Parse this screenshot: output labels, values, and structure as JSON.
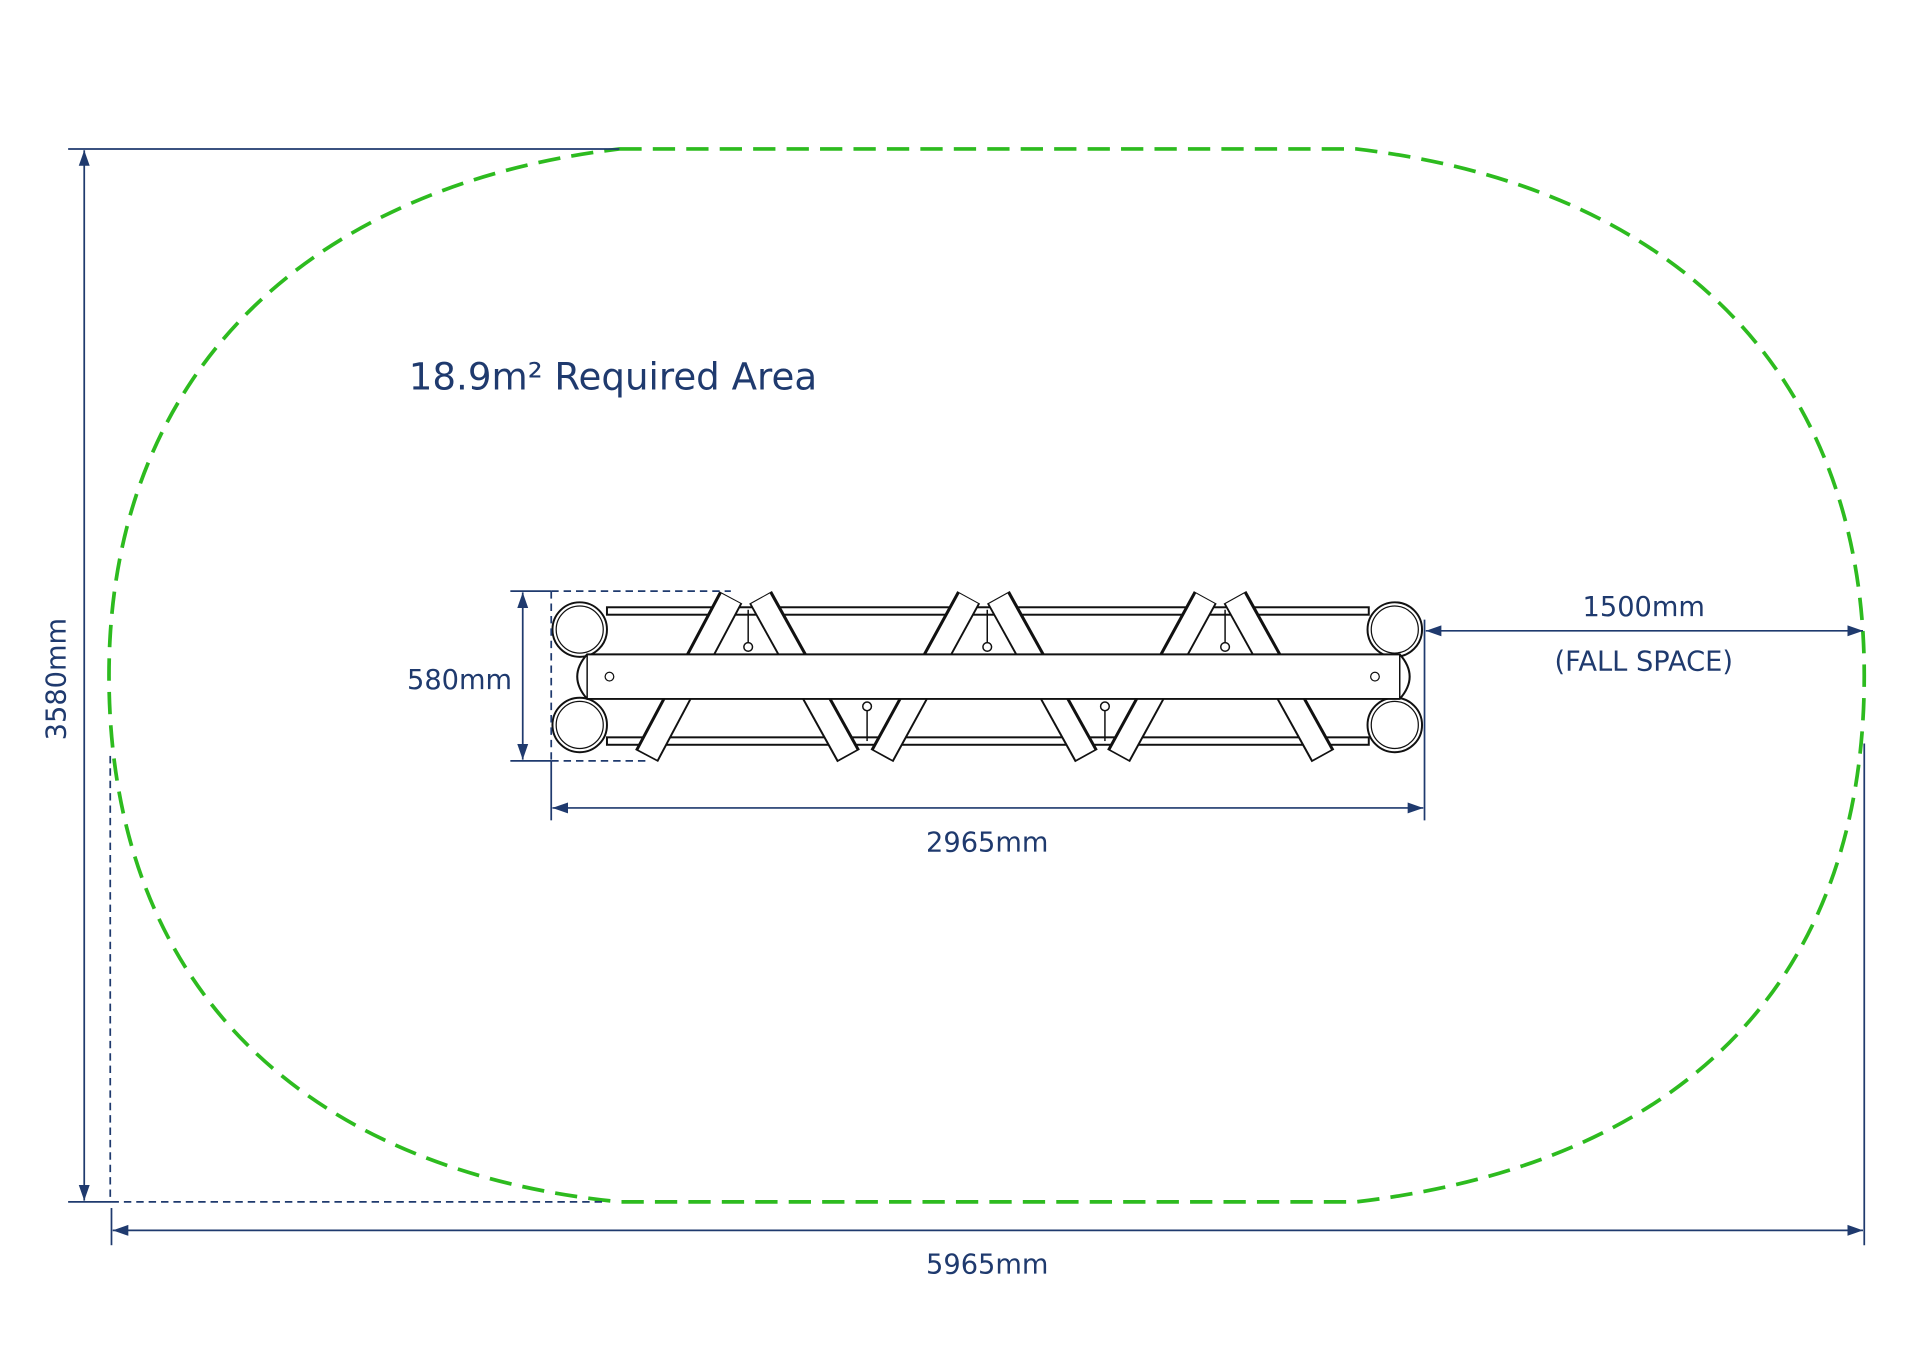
{
  "title": "18.9m² Required Area",
  "dimensions": {
    "overall_width": "5965mm",
    "overall_depth": "3580mm",
    "equipment_width": "2965mm",
    "equipment_depth": "580mm",
    "fall_space": "1500mm",
    "fall_space_label": "(FALL SPACE)"
  },
  "colors": {
    "boundary": "#2dbb1f",
    "dimension": "#1f3a6e"
  }
}
